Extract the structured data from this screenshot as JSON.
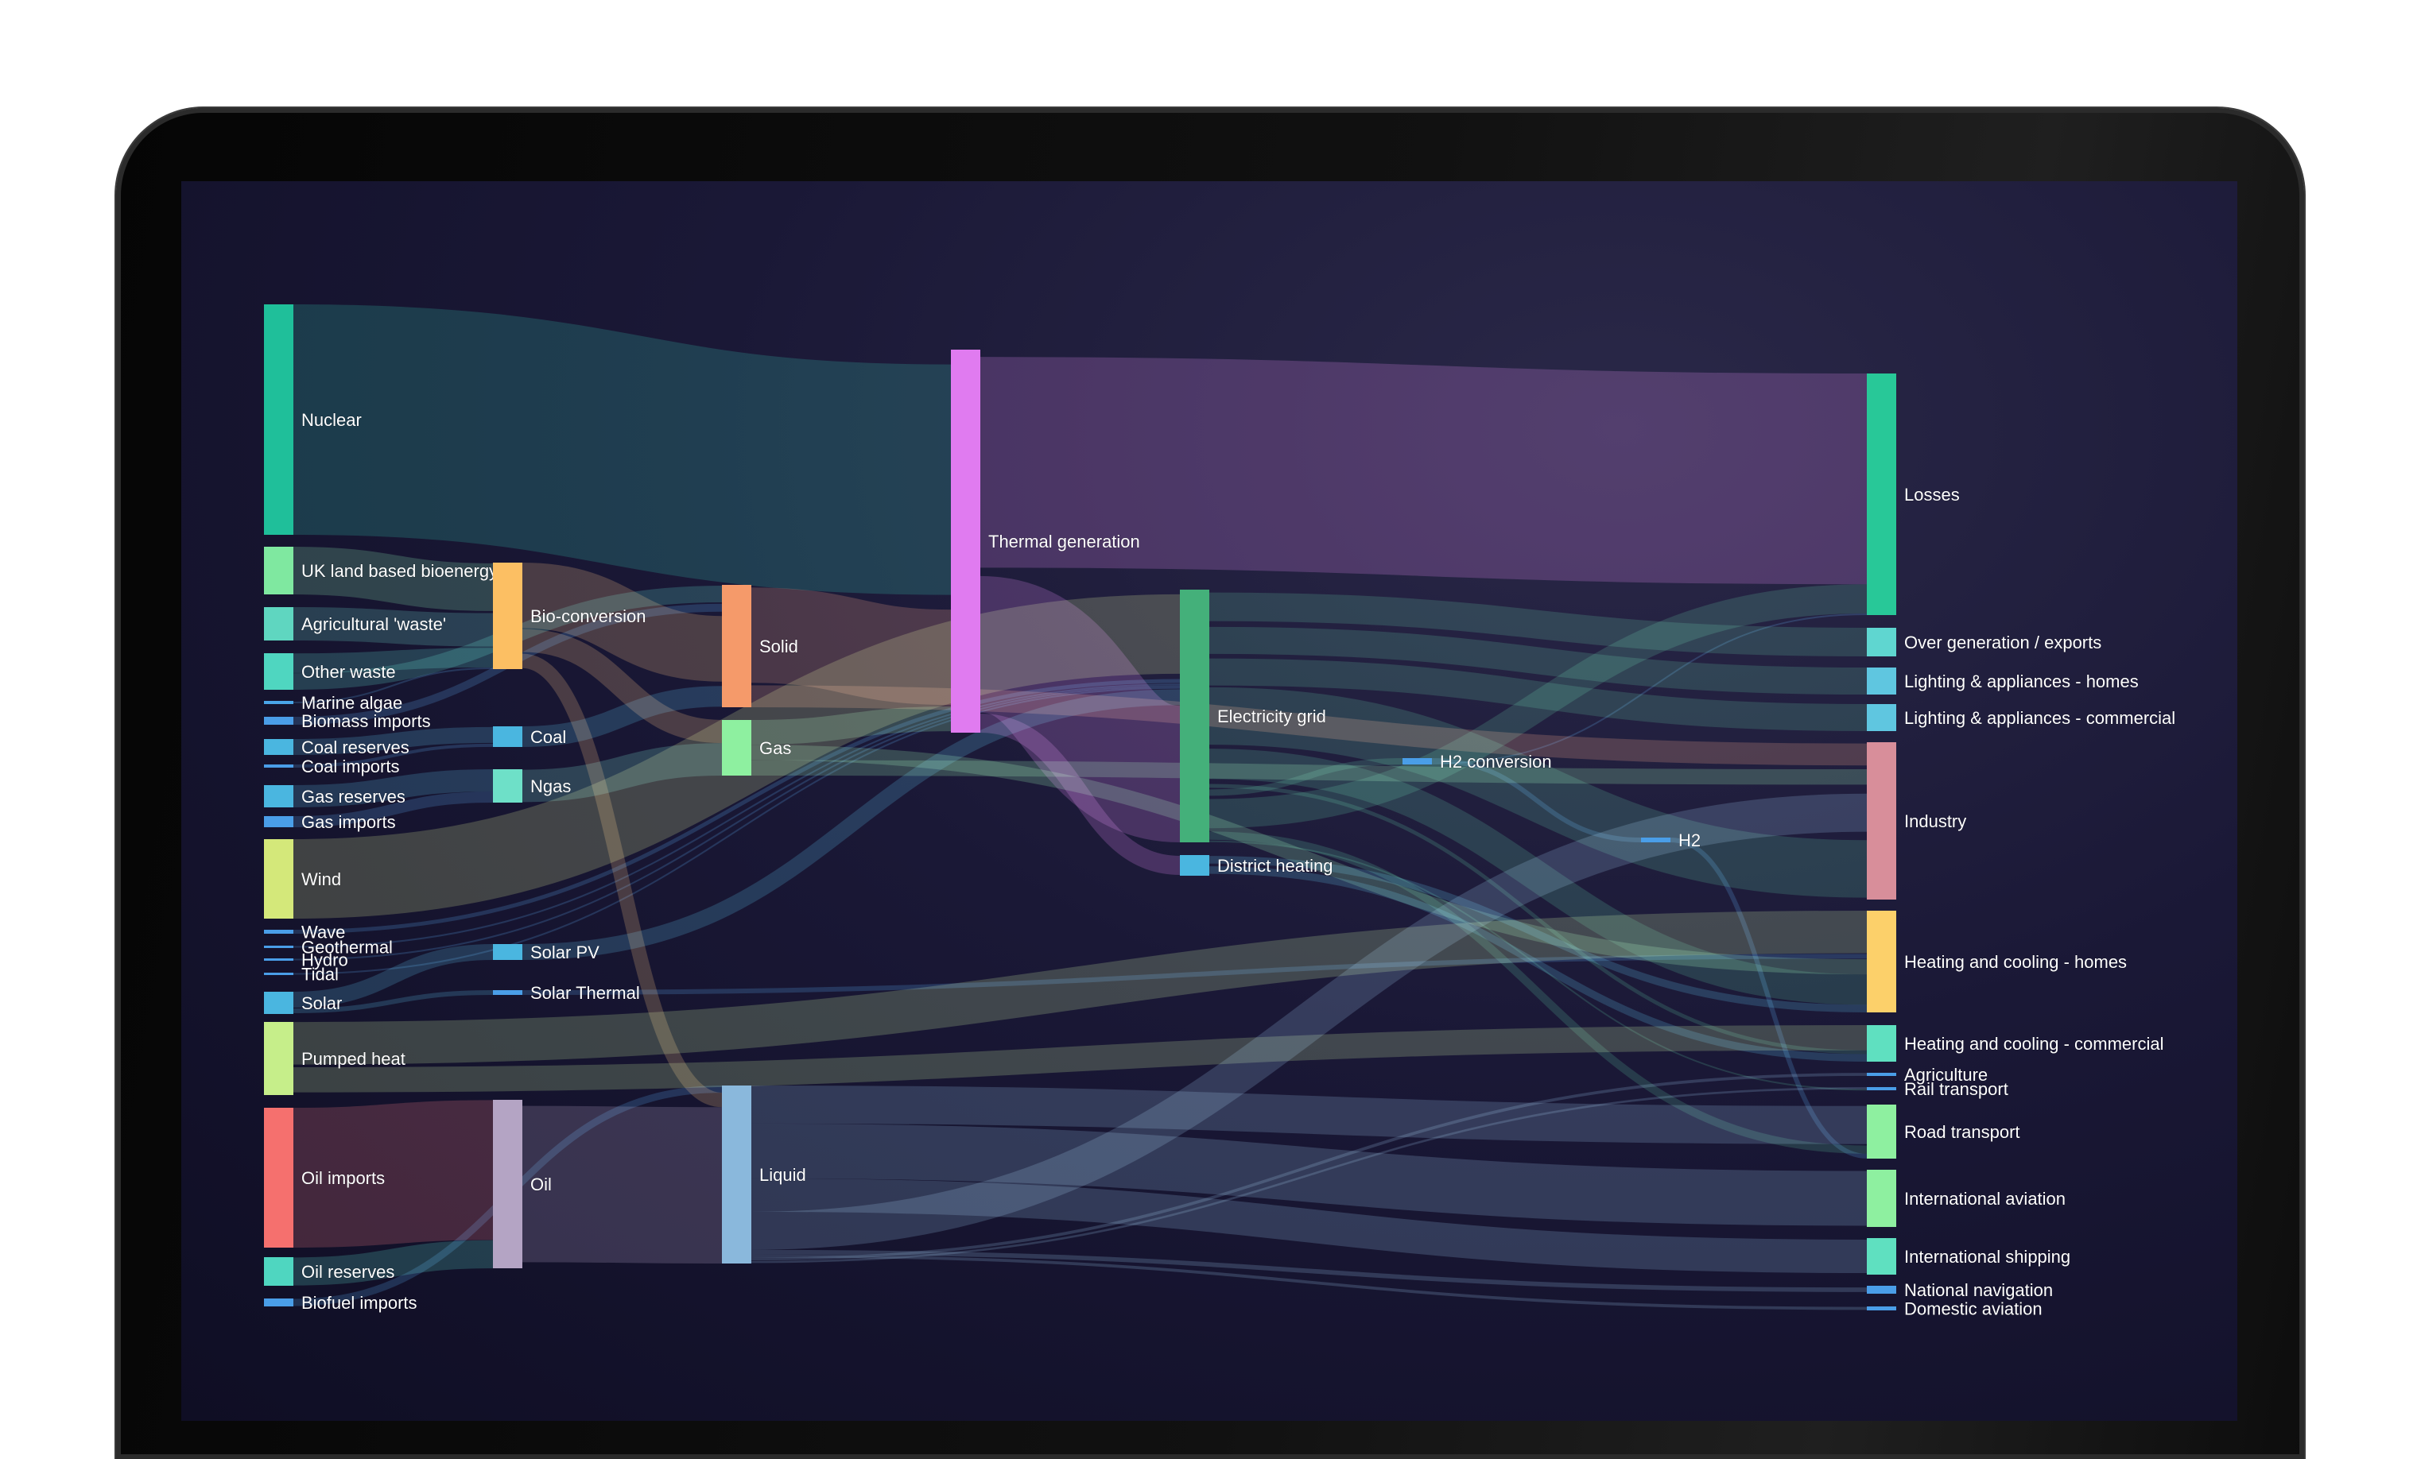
{
  "nodes": [
    {
      "id": "nuclear",
      "label": "Nuclear",
      "color": "#1fbf9a"
    },
    {
      "id": "uk_bio",
      "label": "UK land based bioenergy",
      "color": "#7fe8a0"
    },
    {
      "id": "agri_waste",
      "label": "Agricultural 'waste'",
      "color": "#5fd6c0"
    },
    {
      "id": "other_waste",
      "label": "Other waste",
      "color": "#4fd6c0"
    },
    {
      "id": "marine_algae",
      "label": "Marine algae",
      "color": "#4aa6e8"
    },
    {
      "id": "biomass_imports",
      "label": "Biomass imports",
      "color": "#4a9ee8"
    },
    {
      "id": "coal_reserves",
      "label": "Coal reserves",
      "color": "#4ab6e0"
    },
    {
      "id": "coal_imports",
      "label": "Coal imports",
      "color": "#4a9ee8"
    },
    {
      "id": "gas_reserves",
      "label": "Gas reserves",
      "color": "#4ab6e0"
    },
    {
      "id": "gas_imports",
      "label": "Gas imports",
      "color": "#4a9ee8"
    },
    {
      "id": "wind",
      "label": "Wind",
      "color": "#d4e87a"
    },
    {
      "id": "wave",
      "label": "Wave",
      "color": "#4a9ee8"
    },
    {
      "id": "geothermal",
      "label": "Geothermal",
      "color": "#4a9ee8"
    },
    {
      "id": "hydro",
      "label": "Hydro",
      "color": "#4a9ee8"
    },
    {
      "id": "tidal",
      "label": "Tidal",
      "color": "#4a9ee8"
    },
    {
      "id": "solar",
      "label": "Solar",
      "color": "#4ab6e0"
    },
    {
      "id": "pumped_heat",
      "label": "Pumped heat",
      "color": "#c6ee8a"
    },
    {
      "id": "oil_imports",
      "label": "Oil imports",
      "color": "#f5706e"
    },
    {
      "id": "oil_reserves",
      "label": "Oil reserves",
      "color": "#4fd6c0"
    },
    {
      "id": "biofuel_imports",
      "label": "Biofuel imports",
      "color": "#4a9ee8"
    },
    {
      "id": "bio_conversion",
      "label": "Bio-conversion",
      "color": "#fcbf63"
    },
    {
      "id": "coal",
      "label": "Coal",
      "color": "#4ab6e0"
    },
    {
      "id": "ngas",
      "label": "Ngas",
      "color": "#6ee0c8"
    },
    {
      "id": "solar_pv",
      "label": "Solar PV",
      "color": "#4ab6e0"
    },
    {
      "id": "solar_thermal",
      "label": "Solar Thermal",
      "color": "#4a9ee8"
    },
    {
      "id": "oil",
      "label": "Oil",
      "color": "#b4a4c4"
    },
    {
      "id": "solid",
      "label": "Solid",
      "color": "#f59a6a"
    },
    {
      "id": "gas",
      "label": "Gas",
      "color": "#8ef0a0"
    },
    {
      "id": "liquid",
      "label": "Liquid",
      "color": "#8ab8dc"
    },
    {
      "id": "thermal_generation",
      "label": "Thermal generation",
      "color": "#e07bf0"
    },
    {
      "id": "electricity_grid",
      "label": "Electricity grid",
      "color": "#44b07a"
    },
    {
      "id": "district_heating",
      "label": "District heating",
      "color": "#4ab6e0"
    },
    {
      "id": "h2_conversion",
      "label": "H2 conversion",
      "color": "#4a9ee8"
    },
    {
      "id": "h2",
      "label": "H2",
      "color": "#4a9ee8"
    },
    {
      "id": "losses",
      "label": "Losses",
      "color": "#28c898"
    },
    {
      "id": "over_generation",
      "label": "Over generation / exports",
      "color": "#5fd6d0"
    },
    {
      "id": "lighting_homes",
      "label": "Lighting & appliances - homes",
      "color": "#5fc6e0"
    },
    {
      "id": "lighting_commercial",
      "label": "Lighting & appliances - commercial",
      "color": "#5fc6e0"
    },
    {
      "id": "industry",
      "label": "Industry",
      "color": "#d88e9a"
    },
    {
      "id": "heating_homes",
      "label": "Heating and cooling - homes",
      "color": "#fcd06a"
    },
    {
      "id": "heating_commercial",
      "label": "Heating and cooling - commercial",
      "color": "#5fe0c0"
    },
    {
      "id": "agriculture",
      "label": "Agriculture",
      "color": "#4a9ee8"
    },
    {
      "id": "rail_transport",
      "label": "Rail transport",
      "color": "#4a9ee8"
    },
    {
      "id": "road_transport",
      "label": "Road transport",
      "color": "#8ef0a0"
    },
    {
      "id": "international_aviation",
      "label": "International aviation",
      "color": "#8ef0a0"
    },
    {
      "id": "international_shipping",
      "label": "International shipping",
      "color": "#5fe0c0"
    },
    {
      "id": "national_navigation",
      "label": "National navigation",
      "color": "#4a9ee8"
    },
    {
      "id": "domestic_aviation",
      "label": "Domestic aviation",
      "color": "#4a9ee8"
    }
  ],
  "links": [
    {
      "source": "nuclear",
      "target": "thermal_generation",
      "value": 150
    },
    {
      "source": "uk_bio",
      "target": "bio_conversion",
      "value": 30
    },
    {
      "source": "agri_waste",
      "target": "bio_conversion",
      "value": 22
    },
    {
      "source": "other_waste",
      "target": "bio_conversion",
      "value": 12
    },
    {
      "source": "other_waste",
      "target": "solid",
      "value": 10
    },
    {
      "source": "marine_algae",
      "target": "bio_conversion",
      "value": 1
    },
    {
      "source": "biomass_imports",
      "target": "solid",
      "value": 5
    },
    {
      "source": "coal_reserves",
      "target": "coal",
      "value": 10
    },
    {
      "source": "coal_imports",
      "target": "coal",
      "value": 2
    },
    {
      "source": "gas_reserves",
      "target": "ngas",
      "value": 14
    },
    {
      "source": "gas_imports",
      "target": "ngas",
      "value": 7
    },
    {
      "source": "wind",
      "target": "electricity_grid",
      "value": 52
    },
    {
      "source": "wave",
      "target": "electricity_grid",
      "value": 3
    },
    {
      "source": "geothermal",
      "target": "electricity_grid",
      "value": 1
    },
    {
      "source": "hydro",
      "target": "electricity_grid",
      "value": 1
    },
    {
      "source": "tidal",
      "target": "electricity_grid",
      "value": 1
    },
    {
      "source": "solar",
      "target": "solar_pv",
      "value": 10
    },
    {
      "source": "solar",
      "target": "solar_thermal",
      "value": 4
    },
    {
      "source": "pumped_heat",
      "target": "heating_homes",
      "value": 28
    },
    {
      "source": "pumped_heat",
      "target": "heating_commercial",
      "value": 20
    },
    {
      "source": "oil_imports",
      "target": "oil",
      "value": 90
    },
    {
      "source": "oil_reserves",
      "target": "oil",
      "value": 18
    },
    {
      "source": "biofuel_imports",
      "target": "liquid",
      "value": 5
    },
    {
      "source": "bio_conversion",
      "target": "solid",
      "value": 40
    },
    {
      "source": "bio_conversion",
      "target": "gas",
      "value": 15
    },
    {
      "source": "bio_conversion",
      "target": "liquid",
      "value": 10
    },
    {
      "source": "coal",
      "target": "solid",
      "value": 12
    },
    {
      "source": "ngas",
      "target": "gas",
      "value": 21
    },
    {
      "source": "solar_pv",
      "target": "electricity_grid",
      "value": 10
    },
    {
      "source": "solar_thermal",
      "target": "heating_homes",
      "value": 4
    },
    {
      "source": "oil",
      "target": "liquid",
      "value": 108
    },
    {
      "source": "solid",
      "target": "thermal_generation",
      "value": 55
    },
    {
      "source": "solid",
      "target": "industry",
      "value": 12
    },
    {
      "source": "gas",
      "target": "thermal_generation",
      "value": 16
    },
    {
      "source": "gas",
      "target": "heating_homes",
      "value": 10
    },
    {
      "source": "gas",
      "target": "industry",
      "value": 10
    },
    {
      "source": "liquid",
      "target": "road_transport",
      "value": 25
    },
    {
      "source": "liquid",
      "target": "international_aviation",
      "value": 36
    },
    {
      "source": "liquid",
      "target": "international_shipping",
      "value": 22
    },
    {
      "source": "liquid",
      "target": "industry",
      "value": 25
    },
    {
      "source": "liquid",
      "target": "national_navigation",
      "value": 3
    },
    {
      "source": "liquid",
      "target": "domestic_aviation",
      "value": 2
    },
    {
      "source": "liquid",
      "target": "agriculture",
      "value": 2
    },
    {
      "source": "liquid",
      "target": "rail_transport",
      "value": 2
    },
    {
      "source": "thermal_generation",
      "target": "losses",
      "value": 130
    },
    {
      "source": "thermal_generation",
      "target": "electricity_grid",
      "value": 80
    },
    {
      "source": "thermal_generation",
      "target": "district_heating",
      "value": 11
    },
    {
      "source": "electricity_grid",
      "target": "over_generation",
      "value": 18
    },
    {
      "source": "electricity_grid",
      "target": "lighting_homes",
      "value": 17
    },
    {
      "source": "electricity_grid",
      "target": "lighting_commercial",
      "value": 16
    },
    {
      "source": "electricity_grid",
      "target": "industry",
      "value": 30
    },
    {
      "source": "electricity_grid",
      "target": "heating_homes",
      "value": 20
    },
    {
      "source": "electricity_grid",
      "target": "heating_commercial",
      "value": 3
    },
    {
      "source": "electricity_grid",
      "target": "h2_conversion",
      "value": 4
    },
    {
      "source": "electricity_grid",
      "target": "losses",
      "value": 18
    },
    {
      "source": "electricity_grid",
      "target": "road_transport",
      "value": 5
    },
    {
      "source": "electricity_grid",
      "target": "rail_transport",
      "value": 1
    },
    {
      "source": "district_heating",
      "target": "heating_homes",
      "value": 5
    },
    {
      "source": "district_heating",
      "target": "heating_commercial",
      "value": 6
    },
    {
      "source": "h2_conversion",
      "target": "h2",
      "value": 3
    },
    {
      "source": "h2_conversion",
      "target": "losses",
      "value": 1
    },
    {
      "source": "h2",
      "target": "road_transport",
      "value": 3
    }
  ]
}
